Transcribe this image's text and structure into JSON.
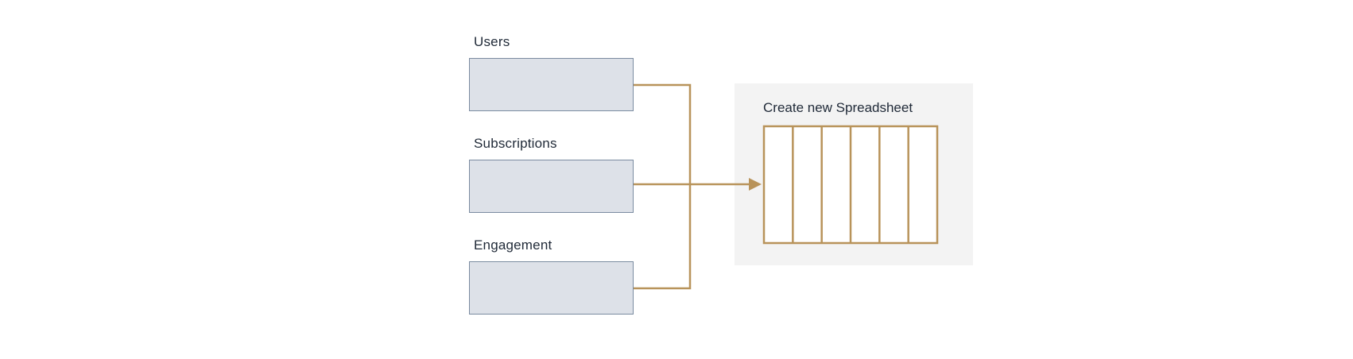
{
  "sources": [
    {
      "label": "Users"
    },
    {
      "label": "Subscriptions"
    },
    {
      "label": "Engagement"
    }
  ],
  "target": {
    "title": "Create new Spreadsheet",
    "columns": 6
  },
  "colors": {
    "connector": "#b8935a",
    "source_fill": "#dde1e8",
    "source_border": "#7a8ba0",
    "panel_bg": "#f3f3f3",
    "text": "#1f2937"
  }
}
